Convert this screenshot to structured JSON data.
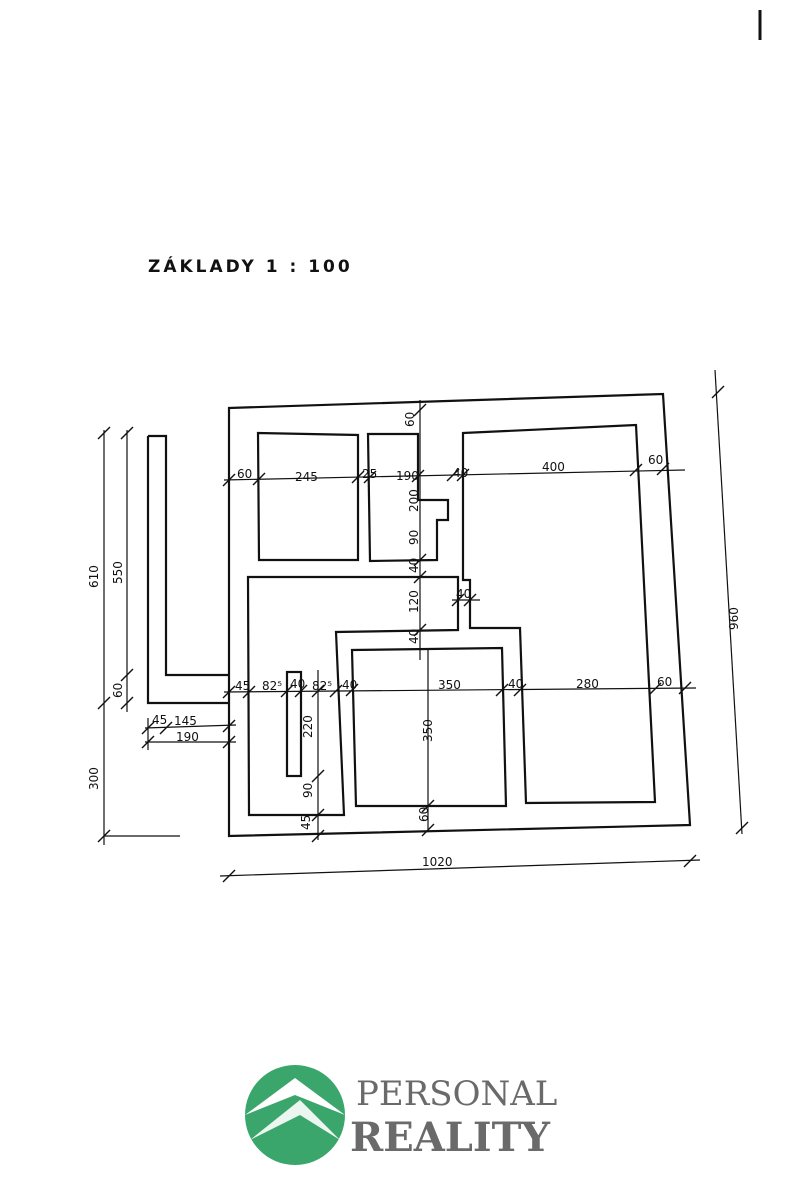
{
  "drawing": {
    "title": "ZÁKLADY 1 : 100"
  },
  "dimensions": {
    "top_60_left": "60",
    "top_245": "245",
    "top_25": "25",
    "top_190": "190",
    "top_40": "40",
    "top_400": "400",
    "top_60_right": "60",
    "vert_60_top": "60",
    "vert_200": "200",
    "vert_90_upper": "90",
    "vert_40_a": "40",
    "vert_120": "120",
    "vert_40_b": "40",
    "horiz_40_small": "40",
    "left_610": "610",
    "left_550": "550",
    "left_60": "60",
    "left_300": "300",
    "mid_45": "45",
    "mid_825_a": "82⁵",
    "mid_40_a": "40",
    "mid_825_b": "82⁵",
    "mid_40_b": "40",
    "mid_350": "350",
    "mid_40_c": "40",
    "mid_280": "280",
    "mid_60": "60",
    "vert_350": "350",
    "vert_220": "220",
    "vert_90_lower": "90",
    "bottom_45": "45",
    "bottom_60": "60",
    "step_45": "45",
    "step_145": "145",
    "step_190": "190",
    "right_960": "960",
    "total_1020": "1020"
  },
  "logo": {
    "line1": "PERSONAL",
    "line2": "REALITY",
    "color_green": "#3aa66b",
    "color_text": "#6a6a6a"
  }
}
